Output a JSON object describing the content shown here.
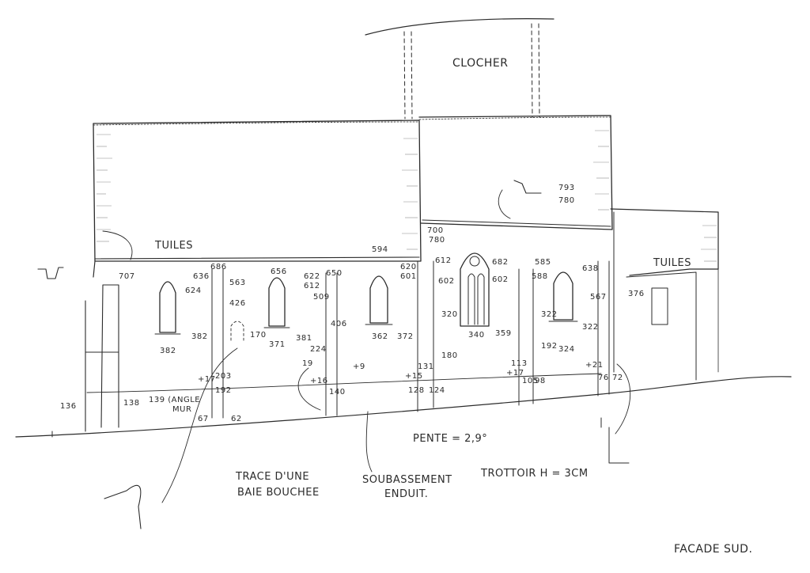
{
  "labels": {
    "clocher": "CLOCHER",
    "tuiles_left": "TUILES",
    "tuiles_right": "TUILES",
    "trace": "TRACE D'UNE",
    "baie": "BAIE BOUCHEE",
    "soubassement": "SOUBASSEMENT",
    "enduit": "ENDUIT.",
    "pente": "PENTE = 2,9°",
    "trottoir": "TROTTOIR H = 3CM",
    "facade": "FACADE SUD.",
    "angle_mur": "139 (ANGLE",
    "angle_mur2": "MUR"
  },
  "levels": {
    "l707": "707",
    "l686": "686",
    "l636": "636",
    "l624": "624",
    "l563": "563",
    "l426": "426",
    "l382a": "382",
    "l382b": "382",
    "l656": "656",
    "l622": "622",
    "l612": "612",
    "l650": "650",
    "l509": "509",
    "l406": "406",
    "l371": "371",
    "l381": "381",
    "l224": "224",
    "l170": "170",
    "l594": "594",
    "l620": "620",
    "l601": "601",
    "l362": "362",
    "l372": "372",
    "l780a": "780",
    "l700": "700",
    "l612b": "612",
    "l602a": "602",
    "l320": "320",
    "l180": "180",
    "l682": "682",
    "l602b": "602",
    "l340": "340",
    "l359": "359",
    "l585": "585",
    "l588": "588",
    "l638": "638",
    "l567": "567",
    "l322a": "322",
    "l322b": "322",
    "l192": "192",
    "l324": "324",
    "l376": "376",
    "l793": "793",
    "l780b": "780",
    "l136": "136",
    "l138": "138",
    "l203": "203",
    "l192b": "192",
    "l117a": "+17",
    "l67": "67",
    "l62": "62",
    "l16": "+16",
    "l140": "140",
    "l19": "19",
    "l9": "+9",
    "l15": "+15",
    "l128": "128",
    "l124": "124",
    "l131": "131",
    "l113": "113",
    "l117b": "+17",
    "l105": "105",
    "l98": "98",
    "l21": "+21",
    "l76": "76",
    "l72": "72"
  }
}
